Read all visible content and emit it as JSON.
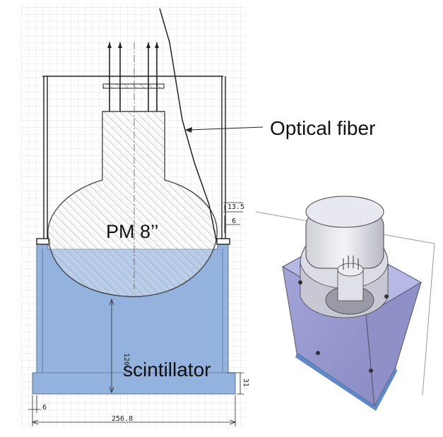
{
  "labels": {
    "optical_fiber": "Optical fiber",
    "pm": "PM 8’’",
    "scintillator": "scintillator"
  },
  "dimensions": {
    "d13_5": "13.5",
    "d6_top": "6",
    "d120": "120",
    "d31": "31",
    "d6_bottom": "6",
    "d256_8": "256.8"
  },
  "colors": {
    "scintillator": "#93b3de",
    "grid": "#e2e2e2",
    "box_3d": "#a7a8d6",
    "line": "#222222"
  }
}
